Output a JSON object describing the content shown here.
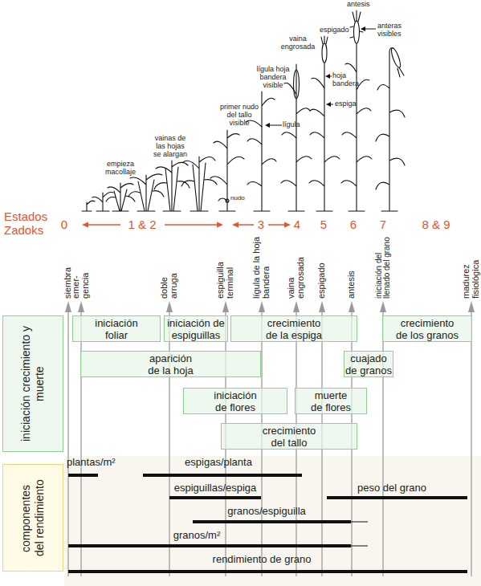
{
  "diagram": {
    "nodes": [
      {
        "text": [
          "iniciación crecimiento y muerte"
        ]
      },
      {
        "text": [
          "iniciación foliar"
        ]
      },
      {
        "text": [
          "iniciación de espiguillas"
        ]
      },
      {
        "text": [
          "crecimiento de la espiga"
        ]
      },
      {
        "text": [
          "crecimiento de los granos"
        ]
      },
      {
        "text": [
          "aparición de la hoja"
        ]
      },
      {
        "text": [
          "cuajado de granos"
        ]
      },
      {
        "text": [
          "iniciación de flores"
        ]
      },
      {
        "text": [
          "muerte de flores"
        ]
      },
      {
        "text": [
          "crecimiento del tallo"
        ]
      },
      {
        "text": [
          "componentes del rendimiento"
        ]
      }
    ],
    "labels": [
      "empieza macollaje",
      "vainas de las hojas se alargan",
      "primer nudo del tallo visible",
      "nudo",
      "lígula hoja bandera visible",
      "lígula",
      "vaina engrosada",
      "espigado",
      "hoja bandera",
      "espiga",
      "antesis",
      "anteras visibles",
      "Estados Zadoks",
      "0",
      "1 & 2",
      "3",
      "4",
      "5",
      "6",
      "7",
      "8 & 9",
      "siembra",
      "emer- gencia",
      "doble arruga",
      "espiguilla terminal",
      "lígula de la hoja bandera",
      "vaina engrosada",
      "espigado",
      "antesis",
      "iniciación del llenado del grano",
      "madurez fisiológica",
      "plantas/m²",
      "espigas/planta",
      "espiguillas/espiga",
      "peso del grano",
      "granos/espiguilla",
      "granos/m²",
      "rendimiento de grano"
    ]
  }
}
